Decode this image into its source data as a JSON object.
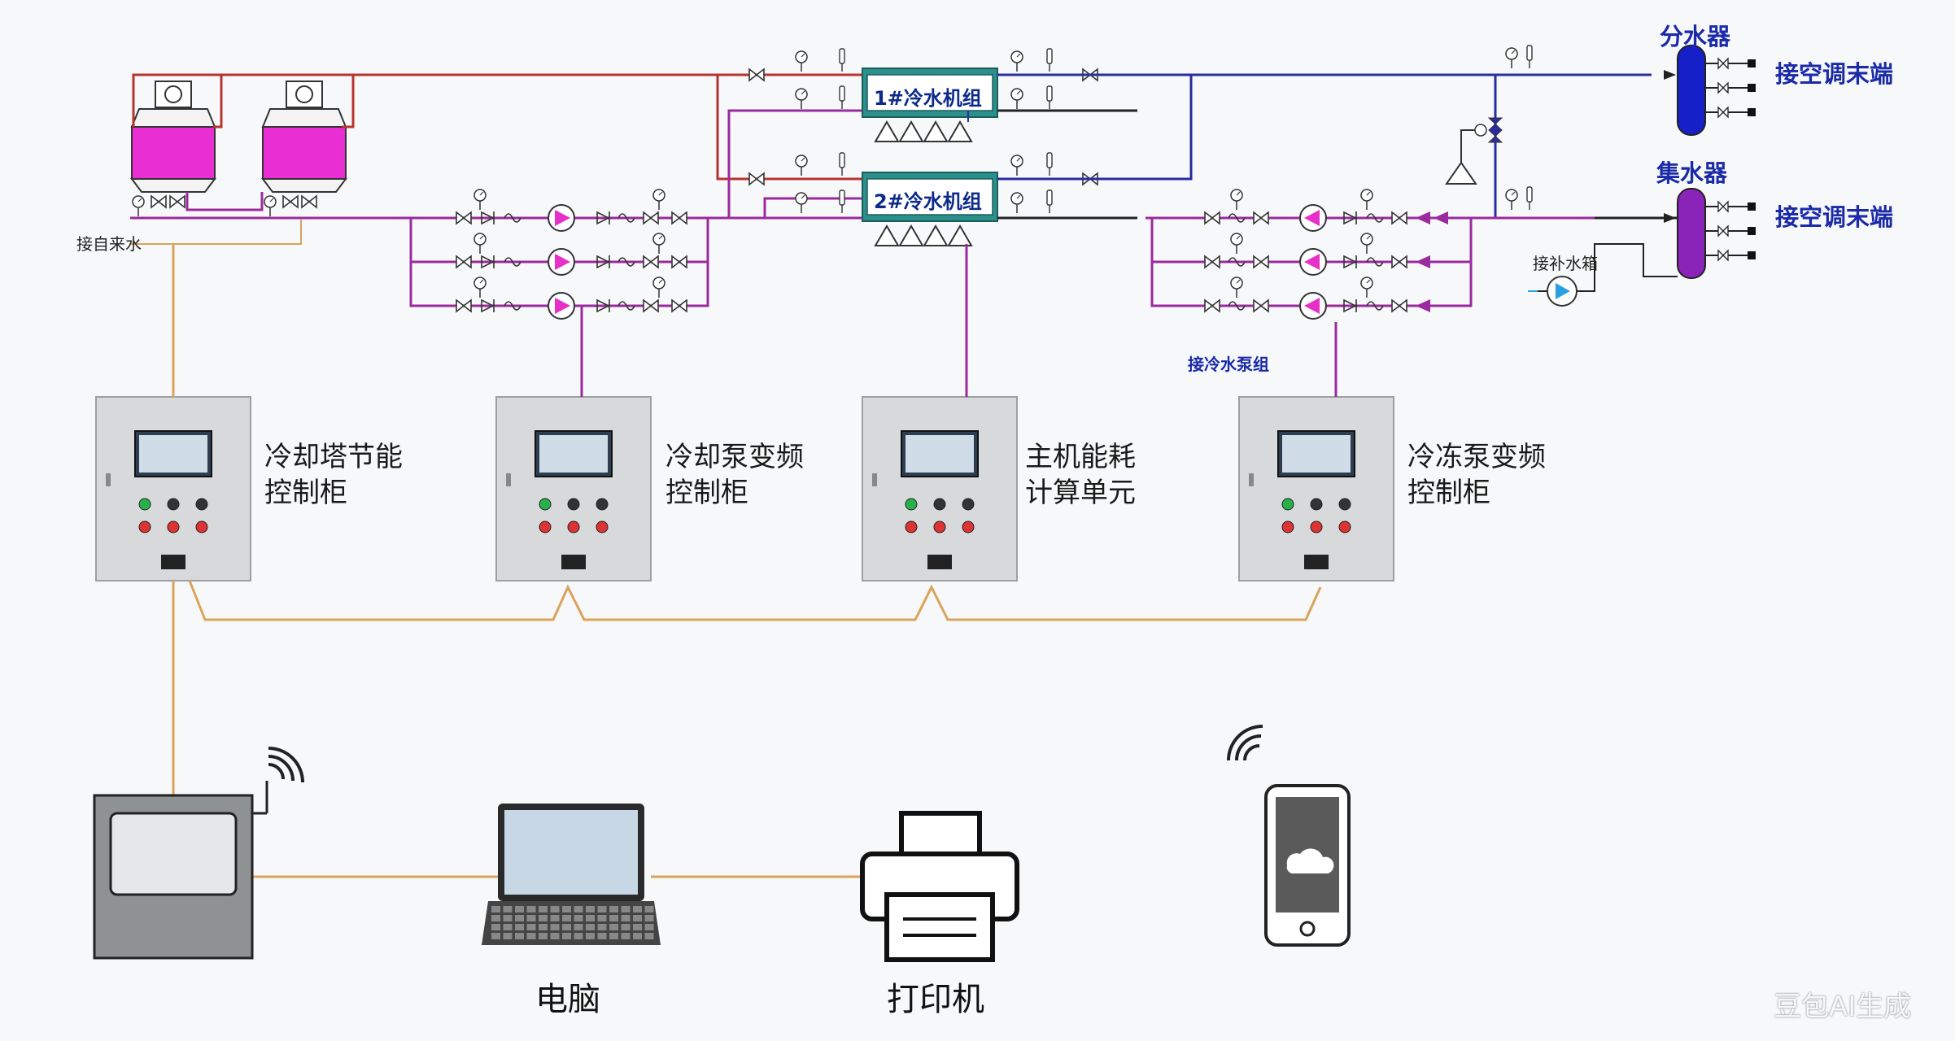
{
  "chillers": [
    {
      "label": "1#冷水机组"
    },
    {
      "label": "2#冷水机组"
    }
  ],
  "headers": {
    "supply": "分水器",
    "return": "集水器",
    "supply_terminal": "接空调末端",
    "return_terminal": "接空调末端"
  },
  "side_labels": {
    "cooling_makeup": "接自来水",
    "chilled_pump_group": "接冷水泵组",
    "makeup_tank": "接补水箱"
  },
  "cabinets": [
    {
      "line1": "冷却塔节能",
      "line2": "控制柜"
    },
    {
      "line1": "冷却泵变频",
      "line2": "控制柜"
    },
    {
      "line1": "主机能耗",
      "line2": "计算单元"
    },
    {
      "line1": "冷冻泵变频",
      "line2": "控制柜"
    }
  ],
  "devices": {
    "computer": "电脑",
    "printer": "打印机"
  },
  "watermark": "豆包AI生成",
  "colors": {
    "hot_pipe": "#b8332f",
    "chilled_pipe": "#9b2a9e",
    "supply_pipe": "#2a2ca0",
    "cable": "#d9a35a",
    "cabinet": "#d7d9da",
    "pump": "#e630c8",
    "tower_fill": "#e92ed3",
    "header_supply": "#1620c8",
    "header_return": "#8a24b8"
  }
}
